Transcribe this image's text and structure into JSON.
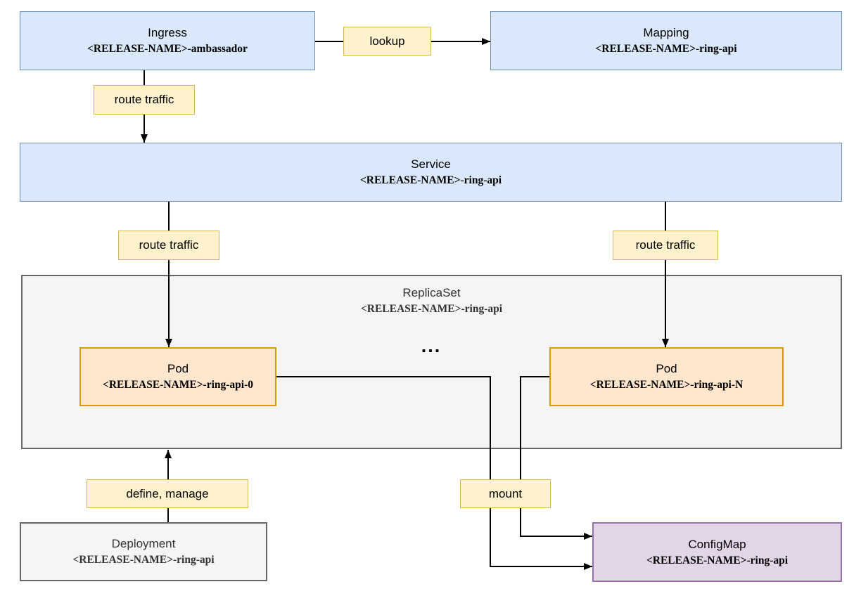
{
  "nodes": {
    "ingress": {
      "title": "Ingress",
      "subtitle": "<RELEASE-NAME>-ambassador"
    },
    "mapping": {
      "title": "Mapping",
      "subtitle": "<RELEASE-NAME>-ring-api"
    },
    "service": {
      "title": "Service",
      "subtitle": "<RELEASE-NAME>-ring-api"
    },
    "replicaset": {
      "title": "ReplicaSet",
      "subtitle": "<RELEASE-NAME>-ring-api"
    },
    "pod0": {
      "title": "Pod",
      "subtitle": "<RELEASE-NAME>-ring-api-0"
    },
    "podN": {
      "title": "Pod",
      "subtitle": "<RELEASE-NAME>-ring-api-N"
    },
    "deployment": {
      "title": "Deployment",
      "subtitle": "<RELEASE-NAME>-ring-api"
    },
    "configmap": {
      "title": "ConfigMap",
      "subtitle": "<RELEASE-NAME>-ring-api"
    }
  },
  "edge_labels": {
    "lookup": "lookup",
    "route_traffic_1": "route traffic",
    "route_traffic_2": "route traffic",
    "route_traffic_3": "route traffic",
    "define_manage": "define, manage",
    "mount": "mount"
  },
  "ellipsis": "...",
  "colors": {
    "node_blue_fill": "#dae8fc",
    "node_blue_stroke": "#6c8ebf",
    "label_yellow_fill": "#fff2cc",
    "label_yellow_stroke": "#d6b656",
    "pod_orange_fill": "#ffe6cc",
    "pod_orange_stroke": "#d79b00",
    "configmap_purple_fill": "#e1d5e7",
    "configmap_purple_stroke": "#9673a6",
    "gray_fill": "#f5f5f5",
    "gray_stroke": "#666666",
    "arrow": "#000000"
  }
}
